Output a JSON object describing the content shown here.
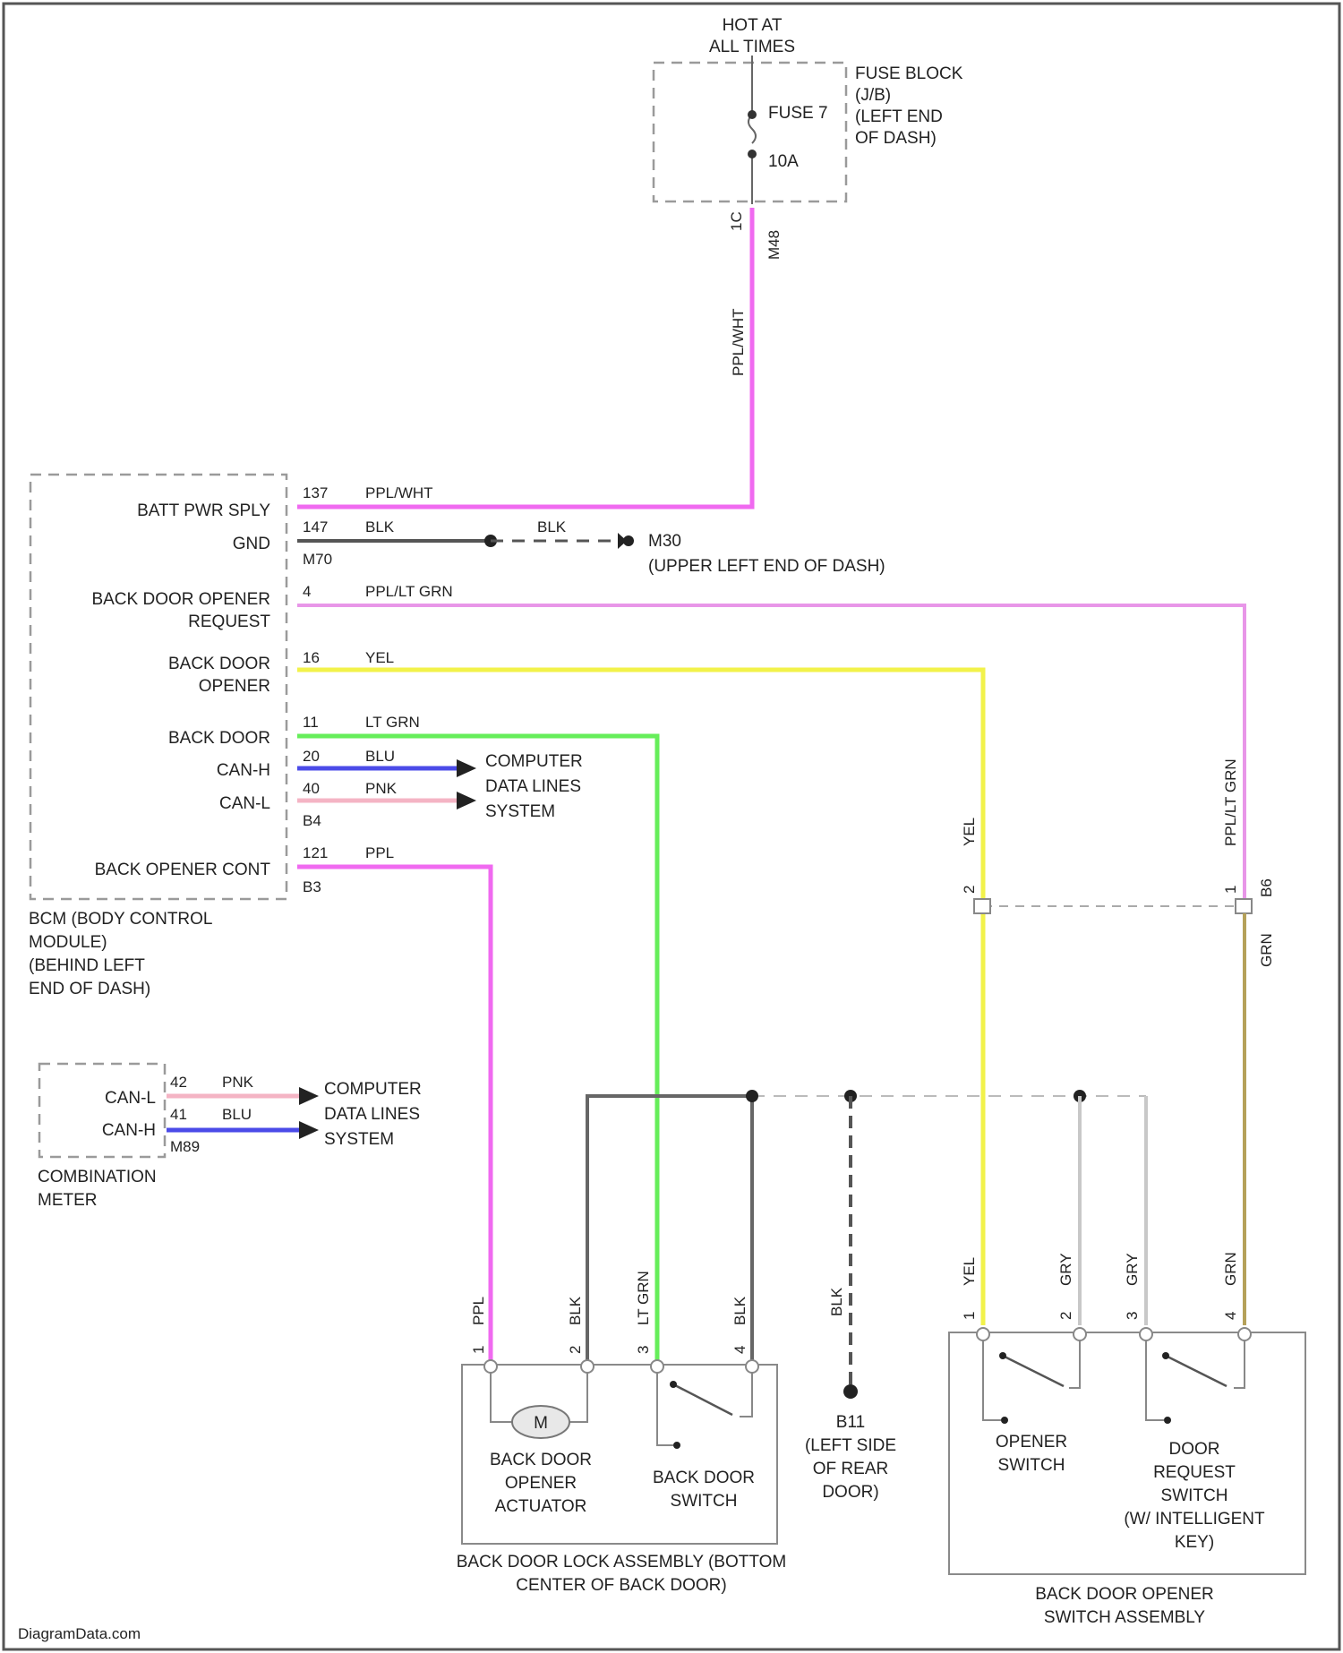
{
  "hot_at_all_times": [
    "HOT AT",
    "ALL TIMES"
  ],
  "fuse_block": {
    "label": [
      "FUSE BLOCK",
      "(J/B)",
      "(LEFT END",
      "OF DASH)"
    ],
    "fuse_name": "FUSE 7",
    "fuse_rating": "10A"
  },
  "vertical_wire": {
    "pin": "1C",
    "connector": "M48",
    "color": "PPL/WHT"
  },
  "bcm": {
    "label": [
      "BCM (BODY CONTROL",
      "MODULE)",
      "(BEHIND LEFT",
      "END OF DASH)"
    ],
    "pins": [
      {
        "name": [
          "BATT PWR SPLY"
        ],
        "pin": "137",
        "color": "PPL/WHT",
        "connector": ""
      },
      {
        "name": [
          "GND"
        ],
        "pin": "147",
        "color": "BLK",
        "connector": "M70"
      },
      {
        "name": [
          "BACK DOOR OPENER",
          "REQUEST"
        ],
        "pin": "4",
        "color": "PPL/LT GRN",
        "connector": ""
      },
      {
        "name": [
          "BACK DOOR",
          "OPENER"
        ],
        "pin": "16",
        "color": "YEL",
        "connector": ""
      },
      {
        "name": [
          "BACK DOOR"
        ],
        "pin": "11",
        "color": "LT GRN",
        "connector": ""
      },
      {
        "name": [
          "CAN-H"
        ],
        "pin": "20",
        "color": "BLU",
        "connector": ""
      },
      {
        "name": [
          "CAN-L"
        ],
        "pin": "40",
        "color": "PNK",
        "connector": "B4"
      },
      {
        "name": [
          "BACK OPENER CONT"
        ],
        "pin": "121",
        "color": "PPL",
        "connector": "B3"
      }
    ],
    "data_lines": [
      "COMPUTER",
      "DATA LINES",
      "SYSTEM"
    ]
  },
  "ground_m30": {
    "wire_color": "BLK",
    "label": "M30",
    "location": "(UPPER LEFT END OF DASH)"
  },
  "combination_meter": {
    "label": [
      "COMBINATION",
      "METER"
    ],
    "pins": [
      {
        "name": "CAN-L",
        "pin": "42",
        "color": "PNK"
      },
      {
        "name": "CAN-H",
        "pin": "41",
        "color": "BLU"
      }
    ],
    "connector": "M89",
    "data_lines": [
      "COMPUTER",
      "DATA LINES",
      "SYSTEM"
    ]
  },
  "inline_connector": {
    "left_pin": "2",
    "left_color": "YEL",
    "right_pin": "1",
    "right_color": "PPL/LT GRN",
    "connector": "B6",
    "lower_color": "GRN"
  },
  "ground_b11": {
    "wire_color": "BLK",
    "label": [
      "B11",
      "(LEFT SIDE",
      "OF REAR",
      "DOOR)"
    ]
  },
  "back_door_lock_assembly": {
    "label": [
      "BACK DOOR LOCK ASSEMBLY (BOTTOM",
      "CENTER OF BACK DOOR)"
    ],
    "pins": [
      {
        "pin": "1",
        "color": "PPL"
      },
      {
        "pin": "2",
        "color": "BLK"
      },
      {
        "pin": "3",
        "color": "LT GRN"
      },
      {
        "pin": "4",
        "color": "BLK"
      }
    ],
    "motor_symbol": "M",
    "actuator_label": [
      "BACK DOOR",
      "OPENER",
      "ACTUATOR"
    ],
    "switch_label": [
      "BACK DOOR",
      "SWITCH"
    ]
  },
  "back_door_opener_switch_assembly": {
    "label": [
      "BACK DOOR OPENER",
      "SWITCH ASSEMBLY"
    ],
    "pins": [
      {
        "pin": "1",
        "color": "YEL"
      },
      {
        "pin": "2",
        "color": "GRY"
      },
      {
        "pin": "3",
        "color": "GRY"
      },
      {
        "pin": "4",
        "color": "GRN"
      }
    ],
    "opener_switch_label": [
      "OPENER",
      "SWITCH"
    ],
    "request_switch_label": [
      "DOOR",
      "REQUEST",
      "SWITCH",
      "(W/ INTELLIGENT",
      "KEY)"
    ]
  },
  "watermark": "DiagramData.com",
  "colors": {
    "ppl_wht": "#f06af0",
    "ppl_lt_grn": "#e896e8",
    "yel": "#f2f24a",
    "lt_grn": "#66ee5a",
    "blu": "#4b4be8",
    "pnk": "#f4b4c4",
    "blk": "#555555",
    "gry": "#c8c8c8",
    "grn": "#b5a15a"
  }
}
